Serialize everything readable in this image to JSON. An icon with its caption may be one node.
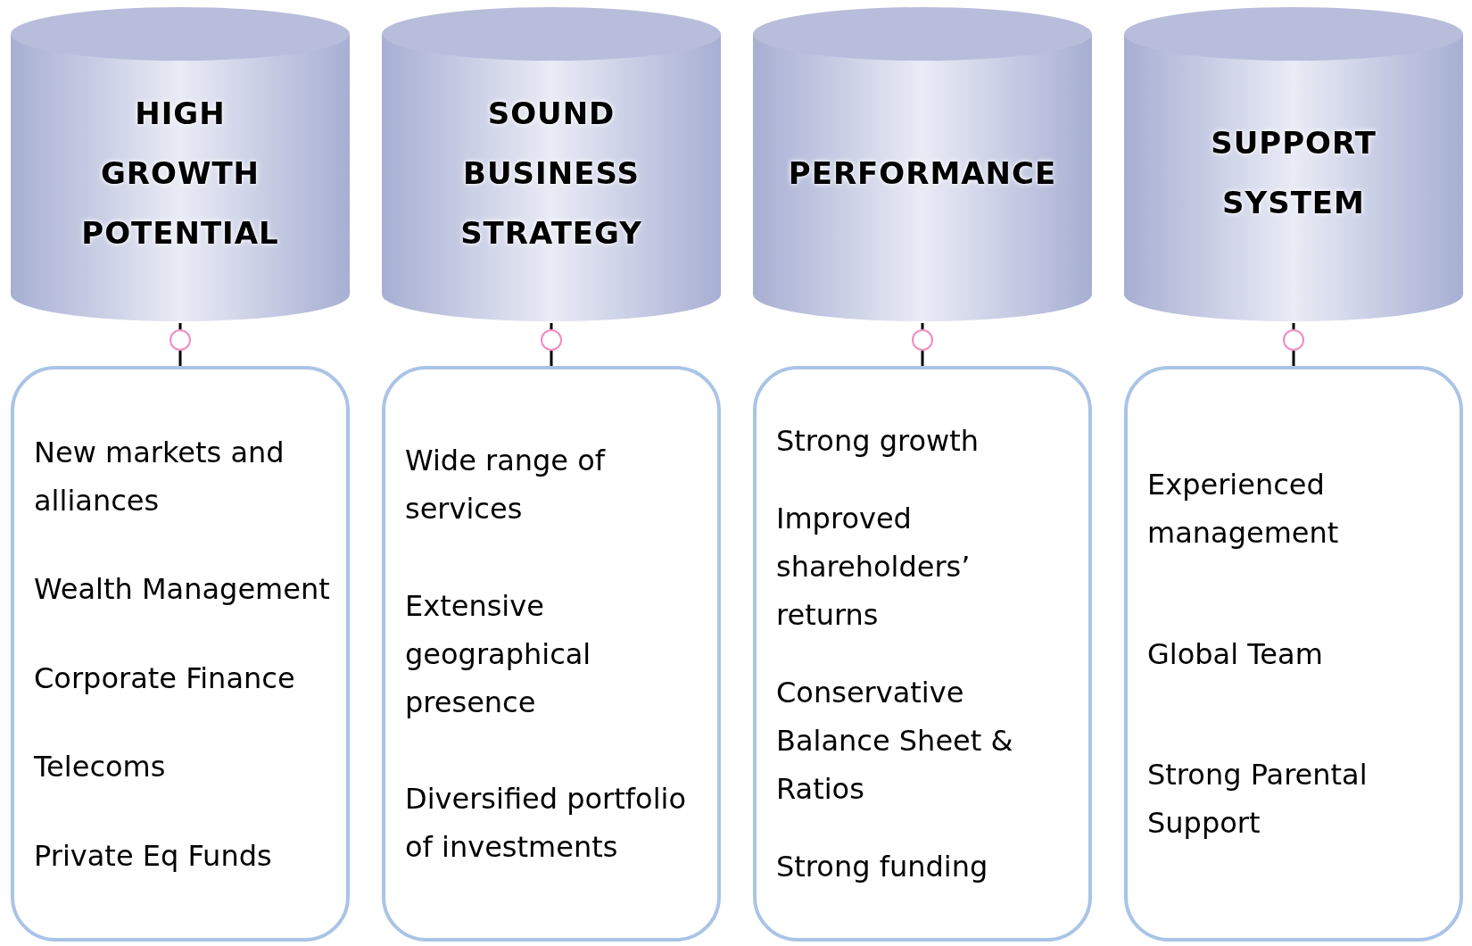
{
  "diagram": {
    "nodes": [
      {
        "text": [
          "HIGH GROWTH POTENTIAL"
        ]
      },
      {
        "text": [
          "SOUND BUSINESS STRATEGY"
        ]
      },
      {
        "text": [
          "PERFORMANCE"
        ]
      },
      {
        "text": [
          "SUPPORT SYSTEM"
        ]
      },
      {
        "text": [],
        "shape": "circle"
      },
      {
        "text": [],
        "shape": "circle"
      },
      {
        "text": [],
        "shape": "circle"
      },
      {
        "text": [],
        "shape": "circle"
      },
      {
        "text": [
          "New markets and alliances",
          "Wealth Management",
          "Corporate Finance",
          "Telecoms",
          "Private Eq Funds"
        ]
      },
      {
        "text": [
          "Wide range of services",
          "Extensive geographical presence",
          "Diversified portfolio of investments"
        ]
      },
      {
        "text": [
          "Strong growth",
          "Improved shareholders’ returns",
          "Conservative Balance Sheet & Ratios",
          "Strong funding"
        ]
      },
      {
        "text": [
          "Experienced management",
          "Global Team",
          "Strong Parental Support"
        ]
      }
    ],
    "edges": [
      {
        "from": 0,
        "to": 4,
        "arrow": "none"
      },
      {
        "from": 4,
        "to": 8,
        "arrow": "none"
      },
      {
        "from": 1,
        "to": 5,
        "arrow": "none"
      },
      {
        "from": 5,
        "to": 9,
        "arrow": "none"
      },
      {
        "from": 2,
        "to": 6,
        "arrow": "none"
      },
      {
        "from": 6,
        "to": 10,
        "arrow": "none"
      },
      {
        "from": 3,
        "to": 7,
        "arrow": "none"
      },
      {
        "from": 7,
        "to": 11,
        "arrow": "none"
      }
    ]
  }
}
